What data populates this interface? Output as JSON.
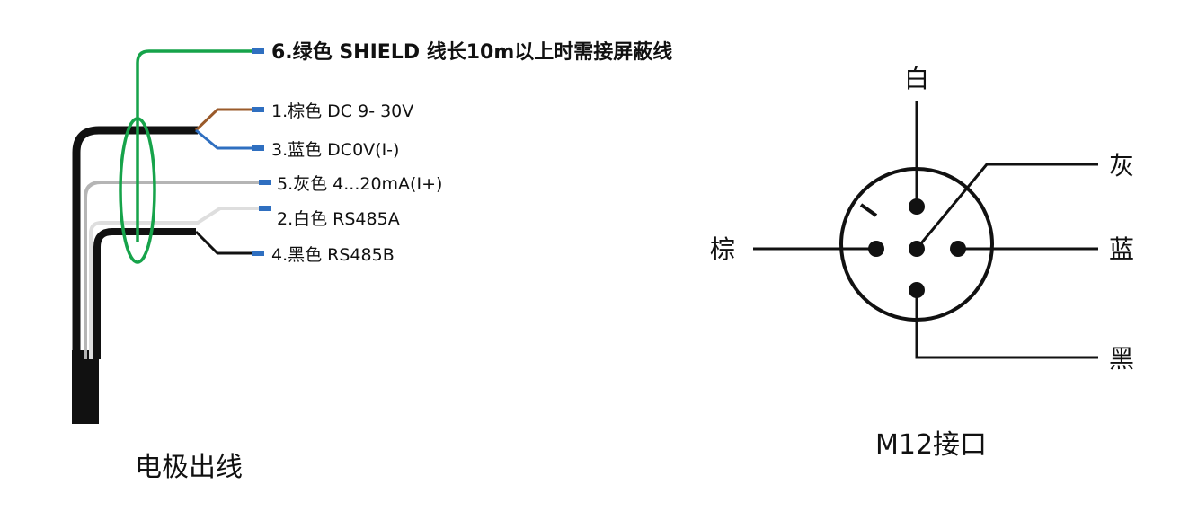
{
  "cable": {
    "caption": "电极出线",
    "colors": {
      "green": "#16a34a",
      "brown": "#9a5a2a",
      "blue": "#2f6fc0",
      "gray": "#b5b5b5",
      "white": "#e6e6e6",
      "black": "#111111",
      "tip": "#2f6fc0"
    },
    "wires": [
      {
        "id": "shield",
        "label": "6.绿色 SHIELD 线长10m以上时需接屏蔽线",
        "color": "green"
      },
      {
        "id": "brown",
        "label": "1.棕色 DC 9- 30V",
        "color": "brown"
      },
      {
        "id": "blue",
        "label": "3.蓝色 DC0V(I-)",
        "color": "blue"
      },
      {
        "id": "gray",
        "label": "5.灰色 4...20mA(I+)",
        "color": "gray"
      },
      {
        "id": "white",
        "label": "2.白色 RS485A",
        "color": "white"
      },
      {
        "id": "black",
        "label": "4.黑色 RS485B",
        "color": "black"
      }
    ]
  },
  "connector": {
    "caption": "M12接口",
    "pins": {
      "top": "白",
      "left": "棕",
      "right": "蓝",
      "diagonal": "灰",
      "bottom": "黑"
    }
  }
}
